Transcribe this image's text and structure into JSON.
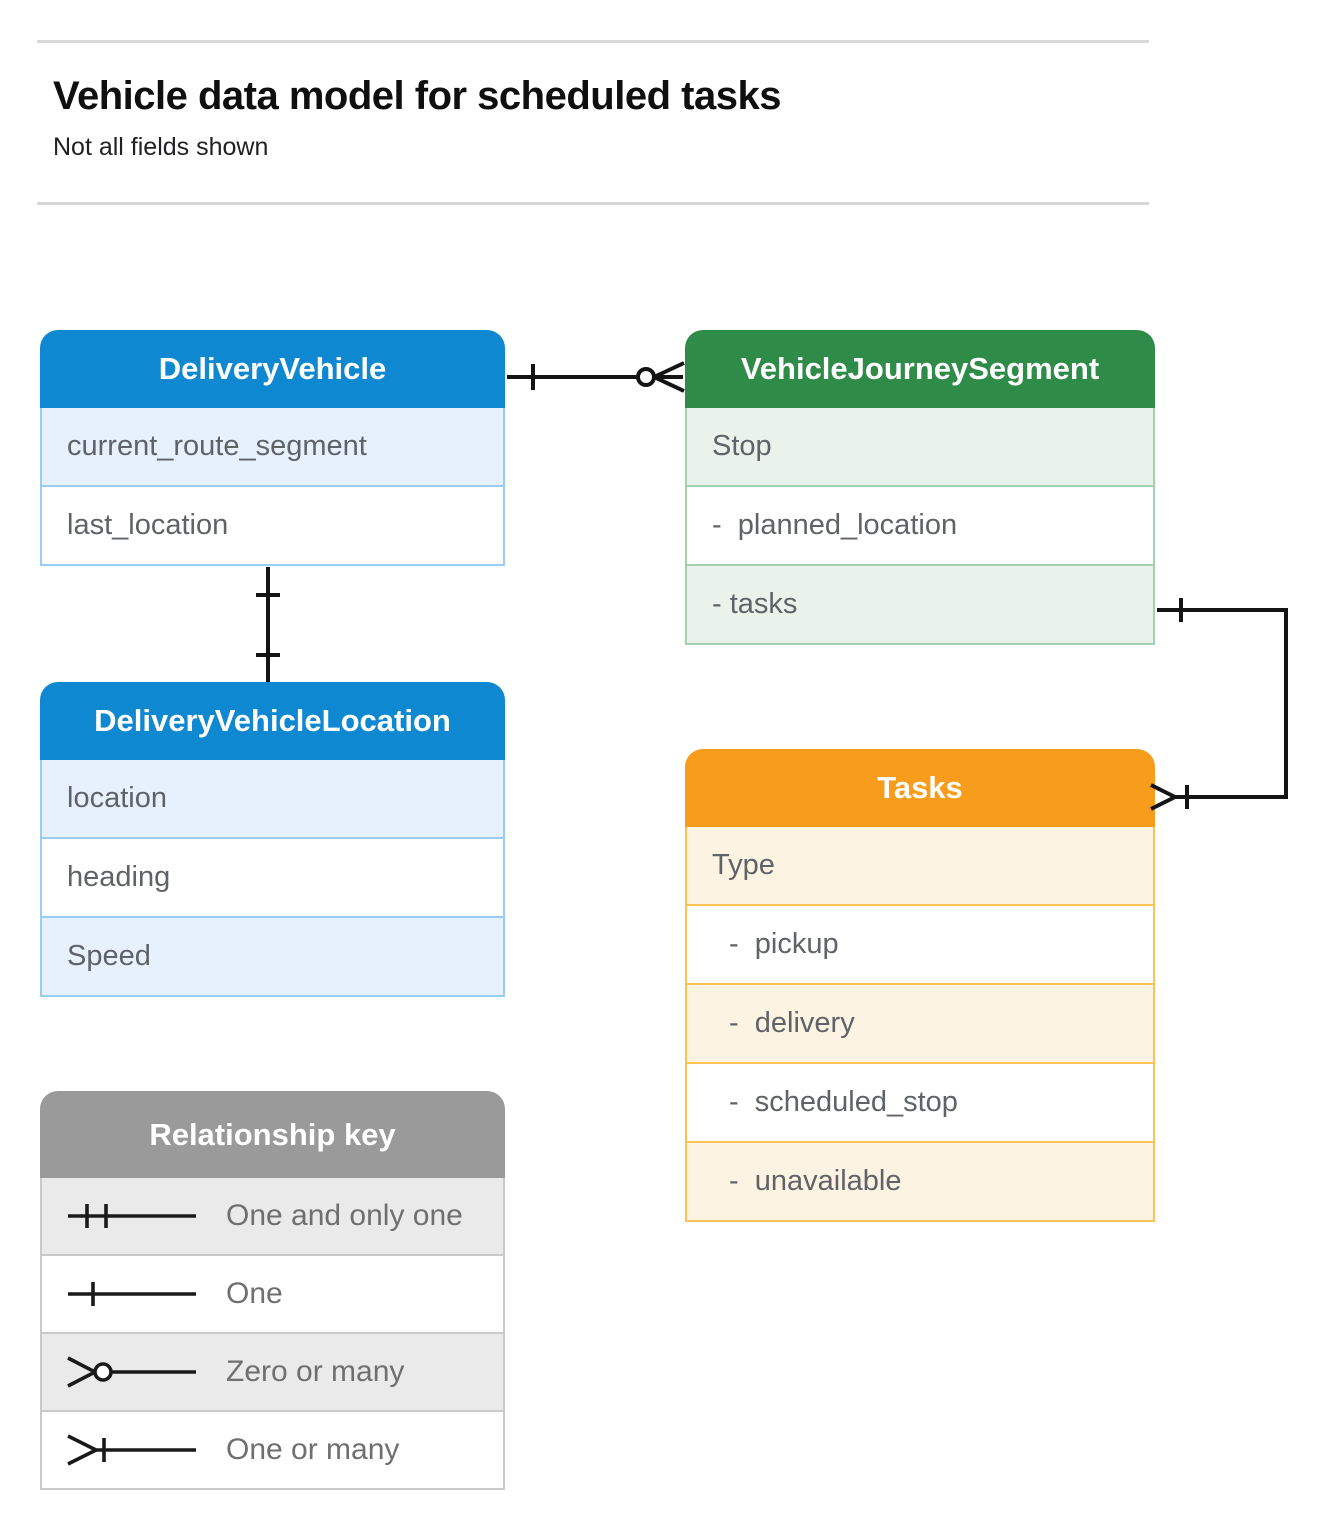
{
  "page": {
    "title": "Vehicle data model for scheduled tasks",
    "subtitle": "Not all fields shown"
  },
  "entities": [
    {
      "title": "DeliveryVehicle",
      "theme": "blue",
      "fields": [
        "current_route_segment",
        "last_location"
      ]
    },
    {
      "title": "VehicleJourneySegment",
      "theme": "green",
      "fields": [
        "Stop",
        "-  planned_location",
        "- tasks"
      ]
    },
    {
      "title": "DeliveryVehicleLocation",
      "theme": "blue",
      "fields": [
        "location",
        "heading",
        "Speed"
      ]
    },
    {
      "title": "Tasks",
      "theme": "orange",
      "fields": [
        "Type",
        "-  pickup",
        "-  delivery",
        "-  scheduled_stop",
        "-  unavailable"
      ]
    }
  ],
  "connectors": [
    {
      "from": "DeliveryVehicle",
      "to": "VehicleJourneySegment",
      "from_marker": "one",
      "to_marker": "zero-or-many"
    },
    {
      "from": "DeliveryVehicle",
      "to": "DeliveryVehicleLocation",
      "from_marker": "one",
      "to_marker": "one"
    },
    {
      "from": "VehicleJourneySegment.tasks",
      "to": "Tasks",
      "from_marker": "one",
      "to_marker": "one-or-many"
    }
  ],
  "legend": {
    "title": "Relationship key",
    "rows": [
      {
        "symbol": "one-and-only-one",
        "label": "One and only one"
      },
      {
        "symbol": "one",
        "label": "One"
      },
      {
        "symbol": "zero-or-many",
        "label": "Zero or many"
      },
      {
        "symbol": "one-or-many",
        "label": "One or many"
      }
    ]
  },
  "colors": {
    "blue_header": "#0f88d2",
    "blue_tint": "#e7f1fd",
    "blue_border": "#9bcdf2",
    "green_header": "#2e8b48",
    "green_tint": "#e9f3eb",
    "green_border": "#a3d1ad",
    "orange_header": "#f89c1c",
    "orange_tint": "#fdf3e2",
    "orange_border": "#fcc257",
    "gray_header": "#9a9a9a",
    "gray_tint": "#eaeaea",
    "connector_line": "#141414",
    "field_text": "#5f6368"
  }
}
